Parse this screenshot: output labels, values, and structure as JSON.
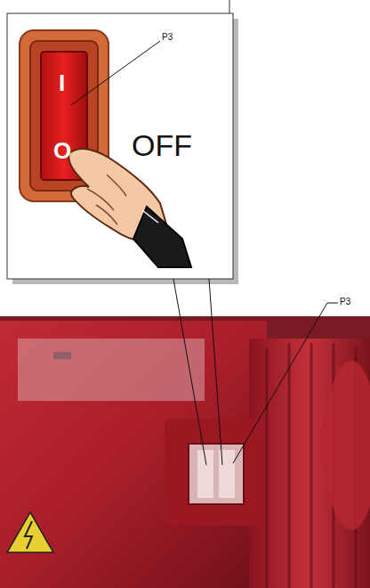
{
  "diagram": {
    "labels": [
      "P3",
      "I",
      "O",
      "OFF",
      "P3"
    ]
  }
}
